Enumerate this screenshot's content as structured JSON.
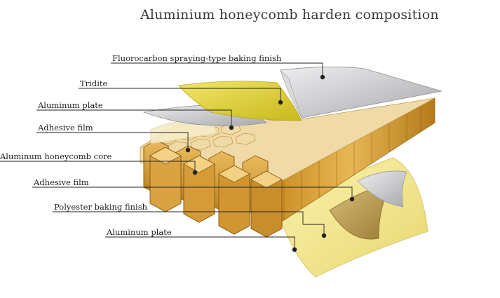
{
  "title": "Aluminium honeycomb harden composition",
  "labels": {
    "fluorocarbon": "Fluorocarbon spraying-type baking finish",
    "tridite": "Tridite",
    "aluminum_plate_top": "Aluminum plate",
    "adhesive_film_top": "Adhesive film",
    "honeycomb_core": "Aluminum honeycomb core",
    "adhesive_film_bottom": "Adhesive film",
    "polyester": "Polyester baking finish",
    "aluminum_plate_bottom": "Aluminum plate"
  },
  "colors": {
    "honeycomb_light": "#e3b24e",
    "honeycomb_dark": "#b37a1a",
    "tridite_yellow": "#e2d236",
    "silver": "#c8c9cb",
    "leader_line": "#222222"
  }
}
